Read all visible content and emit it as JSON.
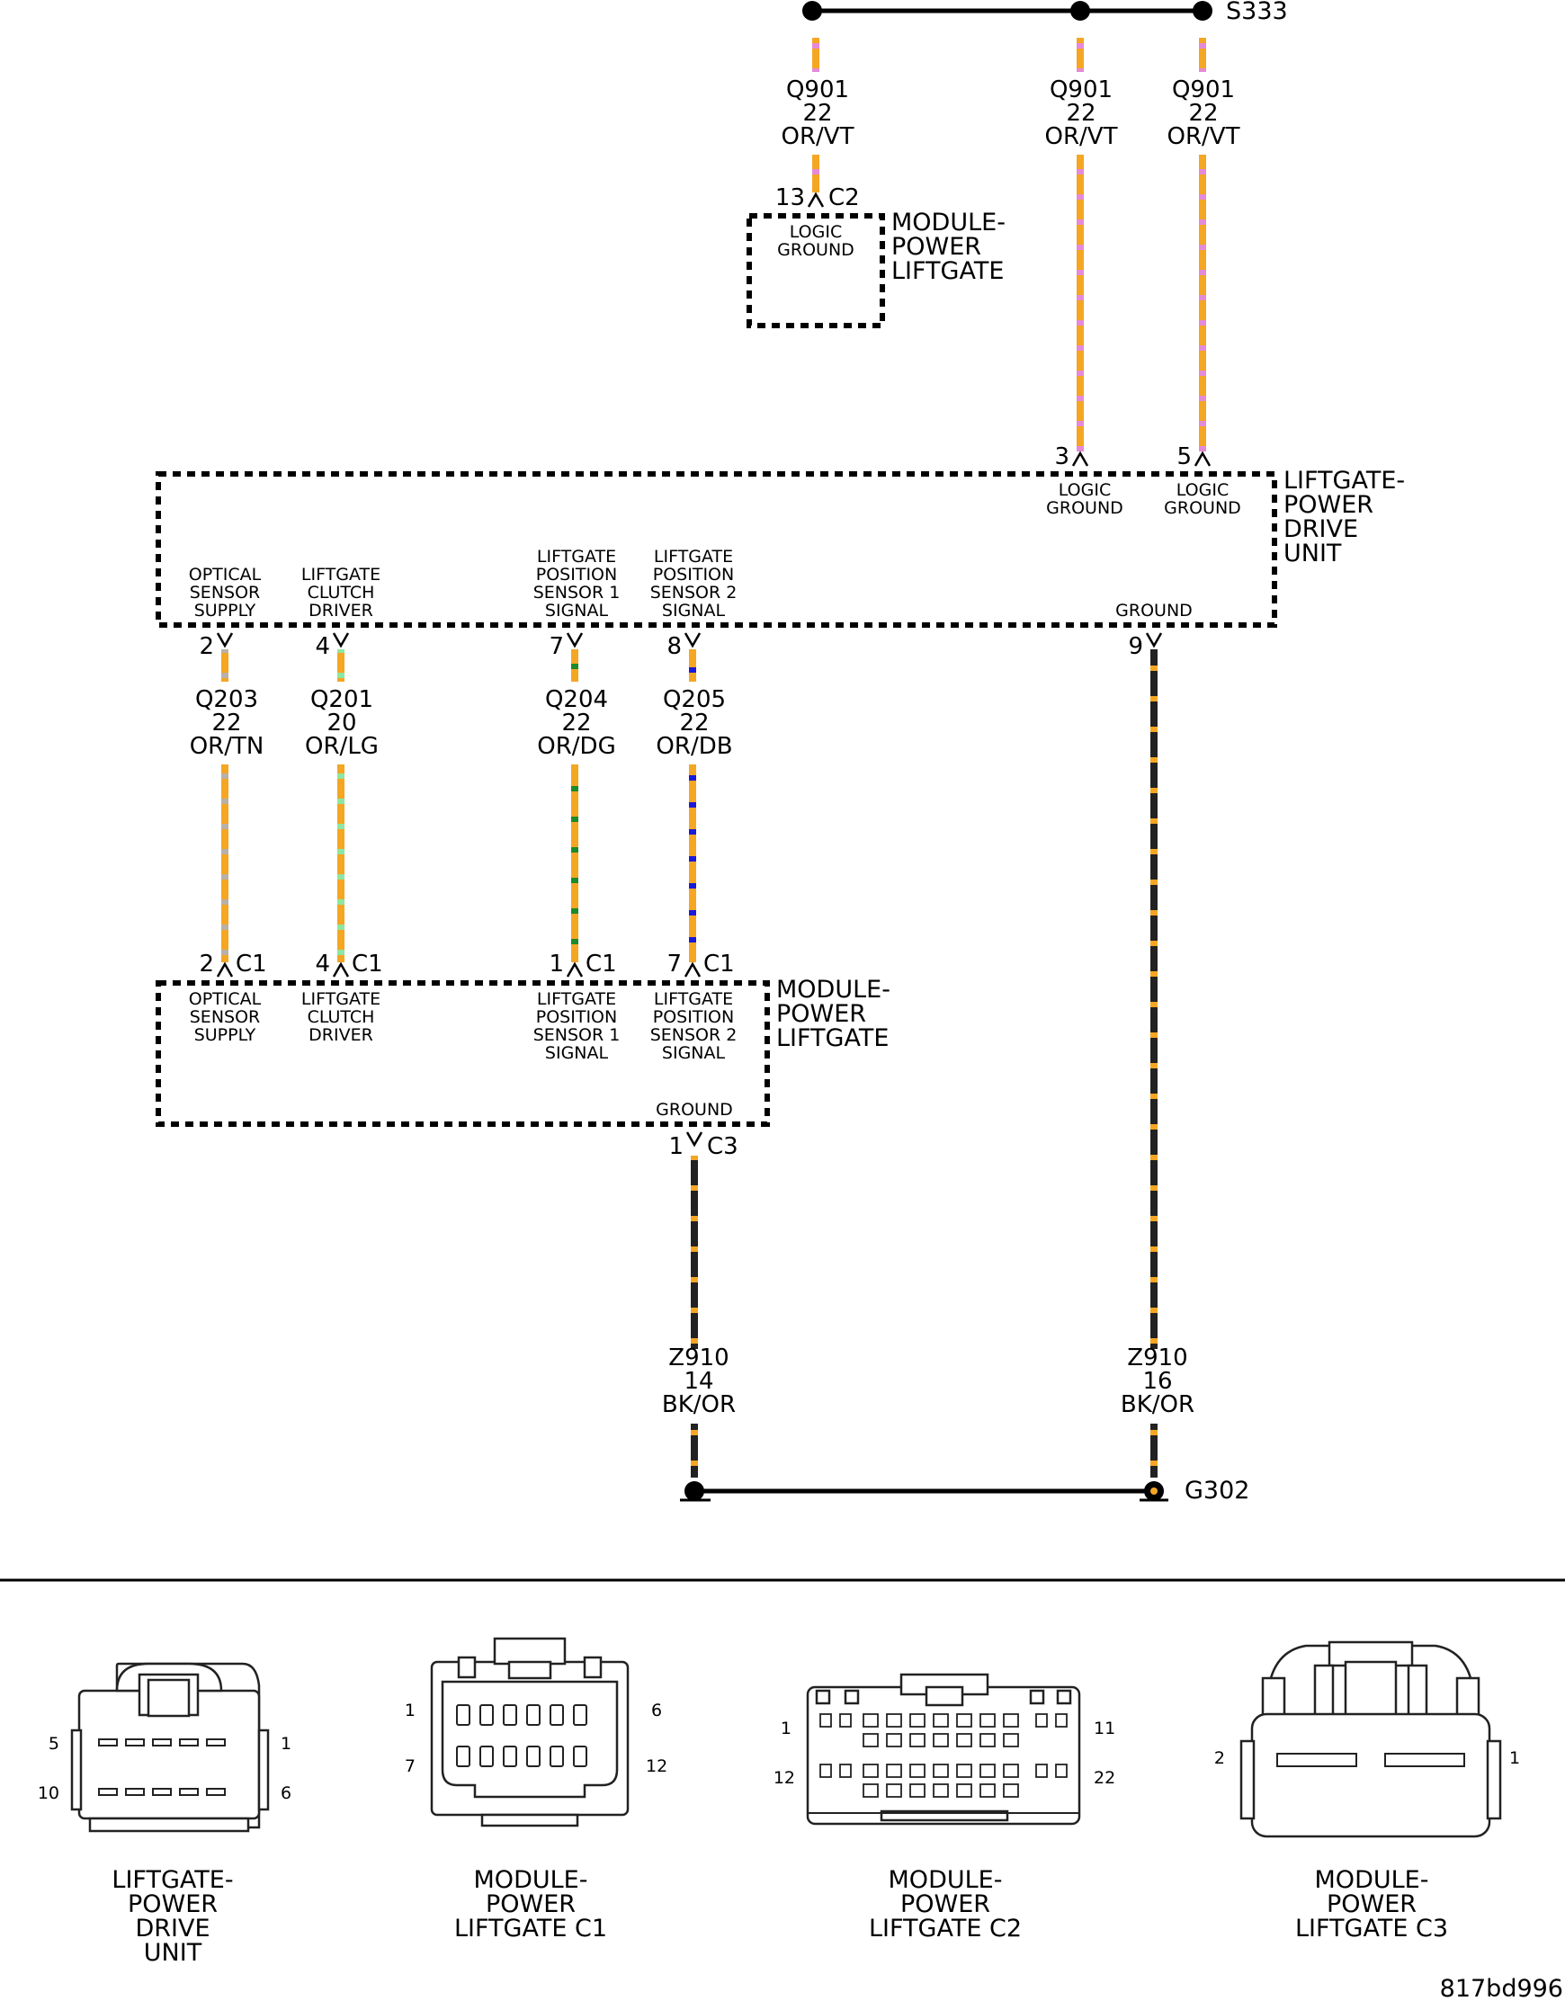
{
  "colors": {
    "OR": "#f5a623",
    "VT": "#e58ad8",
    "TN": "#c8a27c",
    "LG": "#8ee6a0",
    "DG": "#1a8a2a",
    "DB": "#1a1ad6",
    "BK": "#222222"
  },
  "splice": {
    "label": "S333"
  },
  "ground_point": {
    "label": "G302"
  },
  "wires": [
    {
      "circuit": "Q901",
      "gauge": "22",
      "color": "OR/VT"
    },
    {
      "circuit": "Q901",
      "gauge": "22",
      "color": "OR/VT"
    },
    {
      "circuit": "Q901",
      "gauge": "22",
      "color": "OR/VT"
    },
    {
      "circuit": "Q203",
      "gauge": "22",
      "color": "OR/TN"
    },
    {
      "circuit": "Q201",
      "gauge": "20",
      "color": "OR/LG"
    },
    {
      "circuit": "Q204",
      "gauge": "22",
      "color": "OR/DG"
    },
    {
      "circuit": "Q205",
      "gauge": "22",
      "color": "OR/DB"
    },
    {
      "circuit": "Z910",
      "gauge": "14",
      "color": "BK/OR"
    },
    {
      "circuit": "Z910",
      "gauge": "16",
      "color": "BK/OR"
    }
  ],
  "module_top": {
    "name": [
      "MODULE-",
      "POWER",
      "LIFTGATE"
    ],
    "pin": "13",
    "connector": "C2",
    "func": [
      "LOGIC",
      "GROUND"
    ]
  },
  "drive_unit": {
    "name": [
      "LIFTGATE-",
      "POWER",
      "DRIVE",
      "UNIT"
    ],
    "top_pins": [
      {
        "pin": "3",
        "func": [
          "LOGIC",
          "GROUND"
        ]
      },
      {
        "pin": "5",
        "func": [
          "LOGIC",
          "GROUND"
        ]
      }
    ],
    "bottom_pins": [
      {
        "pin": "2",
        "func": [
          "OPTICAL",
          "SENSOR",
          "SUPPLY"
        ]
      },
      {
        "pin": "4",
        "func": [
          "LIFTGATE",
          "CLUTCH",
          "DRIVER"
        ]
      },
      {
        "pin": "7",
        "func": [
          "LIFTGATE",
          "POSITION",
          "SENSOR 1",
          "SIGNAL"
        ]
      },
      {
        "pin": "8",
        "func": [
          "LIFTGATE",
          "POSITION",
          "SENSOR 2",
          "SIGNAL"
        ]
      },
      {
        "pin": "9",
        "func": [
          "GROUND"
        ]
      }
    ]
  },
  "module_bottom": {
    "name": [
      "MODULE-",
      "POWER",
      "LIFTGATE"
    ],
    "top_pins": [
      {
        "pin": "2",
        "connector": "C1",
        "func": [
          "OPTICAL",
          "SENSOR",
          "SUPPLY"
        ]
      },
      {
        "pin": "4",
        "connector": "C1",
        "func": [
          "LIFTGATE",
          "CLUTCH",
          "DRIVER"
        ]
      },
      {
        "pin": "1",
        "connector": "C1",
        "func": [
          "LIFTGATE",
          "POSITION",
          "SENSOR 1",
          "SIGNAL"
        ]
      },
      {
        "pin": "7",
        "connector": "C1",
        "func": [
          "LIFTGATE",
          "POSITION",
          "SENSOR 2",
          "SIGNAL"
        ]
      }
    ],
    "ground_pin": {
      "pin": "1",
      "connector": "C3",
      "func": [
        "GROUND"
      ]
    }
  },
  "connector_views": [
    {
      "name": [
        "LIFTGATE-",
        "POWER",
        "DRIVE",
        "UNIT"
      ],
      "pins": [
        "5",
        "10",
        "1",
        "6"
      ]
    },
    {
      "name": [
        "MODULE-",
        "POWER",
        "LIFTGATE C1"
      ],
      "pins": [
        "1",
        "7",
        "6",
        "12"
      ]
    },
    {
      "name": [
        "MODULE-",
        "POWER",
        "LIFTGATE C2"
      ],
      "pins": [
        "1",
        "12",
        "11",
        "22"
      ]
    },
    {
      "name": [
        "MODULE-",
        "POWER",
        "LIFTGATE C3"
      ],
      "pins": [
        "2",
        "1"
      ]
    }
  ],
  "figure_id": "817bd996"
}
